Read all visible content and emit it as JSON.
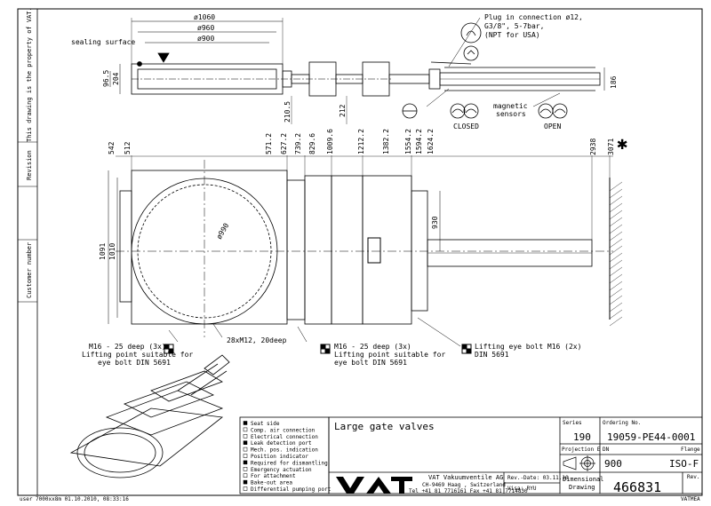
{
  "side_notes": {
    "property": "This drawing is the property of VAT.",
    "revision": "Revision",
    "customer_number": "Customer number"
  },
  "top_view": {
    "sealing_surface": "sealing surface",
    "d1060": "ø1060",
    "d960": "ø960",
    "d900": "ø900",
    "dim_204": "204",
    "dim_96": "96.5",
    "dim_210": "210.5",
    "dim_212": "212",
    "dim_186": "186",
    "plug_note": [
      "Plug in connection ø12,",
      "G3/8\", 5-7bar,",
      "(NPT for USA)"
    ],
    "magnetic_sensors": [
      "magnetic",
      "sensors"
    ],
    "closed": "CLOSED",
    "open": "OPEN"
  },
  "front_view": {
    "top_dims": [
      "542",
      "512",
      "571.2",
      "627.2",
      "739.2",
      "829.6",
      "1009.6",
      "1212.2",
      "1382.2",
      "1554.2",
      "1594.2",
      "1624.2"
    ],
    "dim_2938": "2938",
    "dim_3071": "3071",
    "dim_1091": "1091",
    "dim_1010": "1010",
    "dim_930": "930",
    "dim_990": "ø990",
    "holes": "28xM12, 20deep",
    "note_left": [
      "M16 - 25 deep (3x)",
      "Lifting point suitable for",
      "eye bolt DIN 5691"
    ],
    "note_mid": [
      "M16 - 25 deep (3x)",
      "Lifting point suitable for",
      "eye bolt DIN 5691"
    ],
    "note_right": [
      "Lifting eye bolt M16 (2x)",
      "DIN 5691"
    ]
  },
  "legend": [
    "Seat side",
    "Comp. air connection",
    "Electrical connection",
    "Leak detection port",
    "Mech. pos. indication",
    "Position indicator",
    "Required for dismantling",
    "Emergency actuation",
    "For attachment",
    "Bake-out area",
    "Differential pumping port"
  ],
  "title_block": {
    "title": "Large gate valves",
    "company": "VAT Vakuumventile AG",
    "address": "CH-9469 Haag , Switzerland",
    "contact": "Tel +41 81 7716161 Fax +41 81 7714830",
    "series_label": "Series",
    "series": "190",
    "ordering_label": "Ordering No.",
    "ordering_no": "19059-PE44-0001",
    "projection_label": "Projection E",
    "dn_label": "DN",
    "dn": "900",
    "flange_label": "Flange",
    "flange": "ISO-F",
    "rev_date": "Rev.-Date: 03.11.10",
    "visa": "Visa: RYU",
    "dimensional": "Dimensional",
    "drawing": "Drawing",
    "drawing_no": "466831",
    "rev_label": "Rev.",
    "corner": "VATMEA"
  },
  "footer": "user 7000xx8m 01.10.2010, 08:33:16"
}
